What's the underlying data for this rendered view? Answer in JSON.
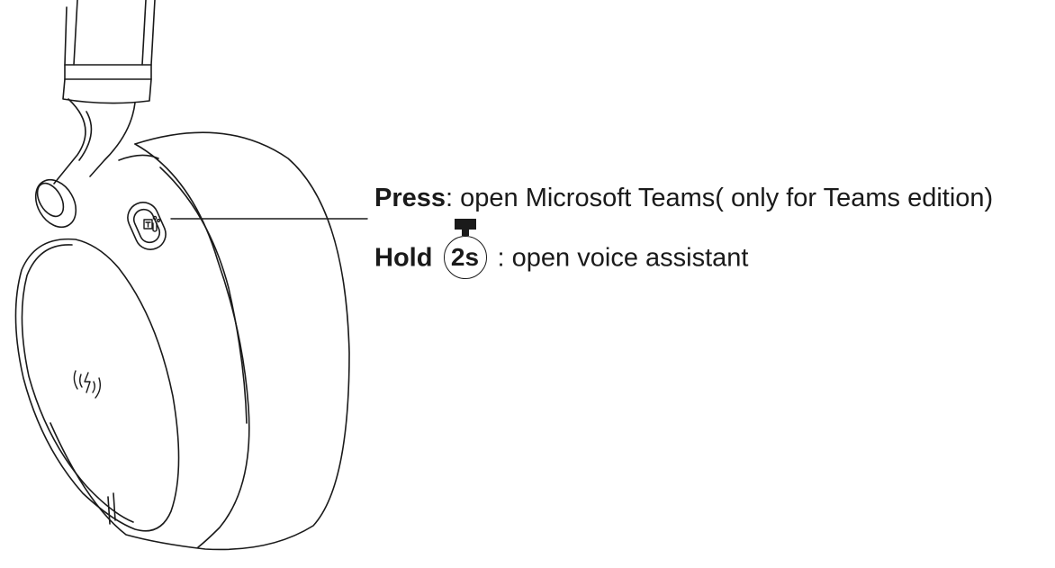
{
  "press": {
    "action": "Press",
    "description": ": open Microsoft Teams( only for Teams edition)"
  },
  "hold": {
    "action": "Hold",
    "duration": "2s",
    "description": " : open voice assistant"
  },
  "icons": {
    "headset": "headset-illustration",
    "teams_button": "teams-icon",
    "wireless_charging": "wireless-charging-icon",
    "press_hold": "button-hold-icon"
  },
  "colors": {
    "line": "#1a1a1a",
    "background": "#ffffff"
  }
}
